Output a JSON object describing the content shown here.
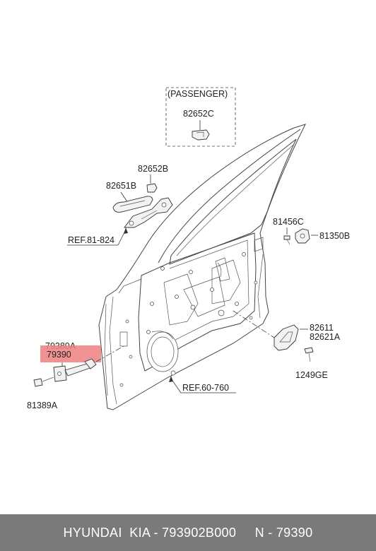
{
  "diagram": {
    "callouts": {
      "passenger": "(PASSENGER)",
      "p82652C": "82652C",
      "p82652B": "82652B",
      "p82651B": "82651B",
      "ref81": "REF.81-824",
      "p81456C": "81456C",
      "p81350B": "81350B",
      "p82611": "82611",
      "p82621A": "82621A",
      "p1249GE": "1249GE",
      "ref60": "REF.60-760",
      "p79380A": "79380A",
      "p79390": "79390",
      "p81389A": "81389A"
    },
    "highlight_color": "#f08080"
  },
  "footer": {
    "text": "HYUNDAI  KIA - 793902B000     N - 79390"
  }
}
